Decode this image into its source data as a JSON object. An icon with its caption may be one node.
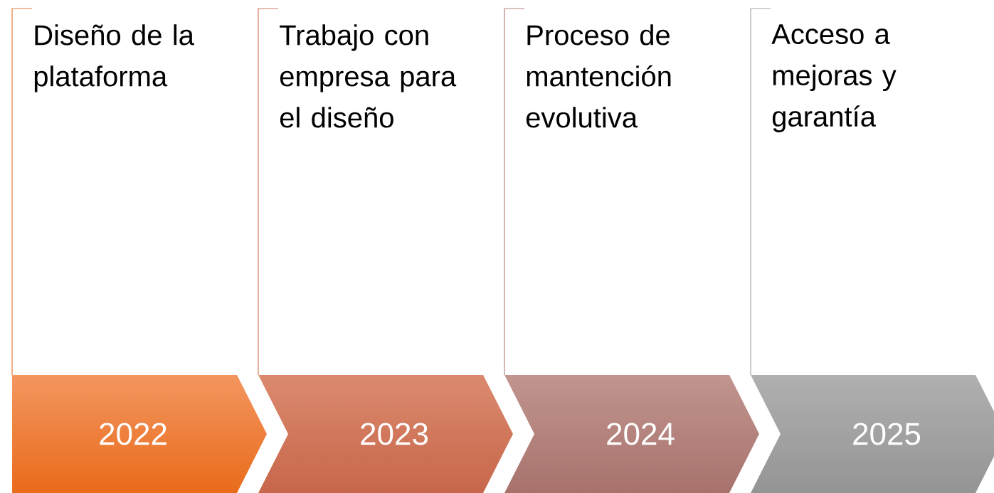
{
  "diagram": {
    "nodes": [
      {
        "text": [
          "Diseño de la plataforma"
        ]
      },
      {
        "text": [
          "2022"
        ]
      },
      {
        "text": [
          "Trabajo con empresa para el diseño"
        ]
      },
      {
        "text": [
          "2023"
        ]
      },
      {
        "text": [
          "Proceso de mantención evolutiva"
        ]
      },
      {
        "text": [
          "2024"
        ]
      },
      {
        "text": [
          "Acceso a mejoras y garantía"
        ]
      },
      {
        "text": [
          "2025"
        ]
      }
    ]
  }
}
